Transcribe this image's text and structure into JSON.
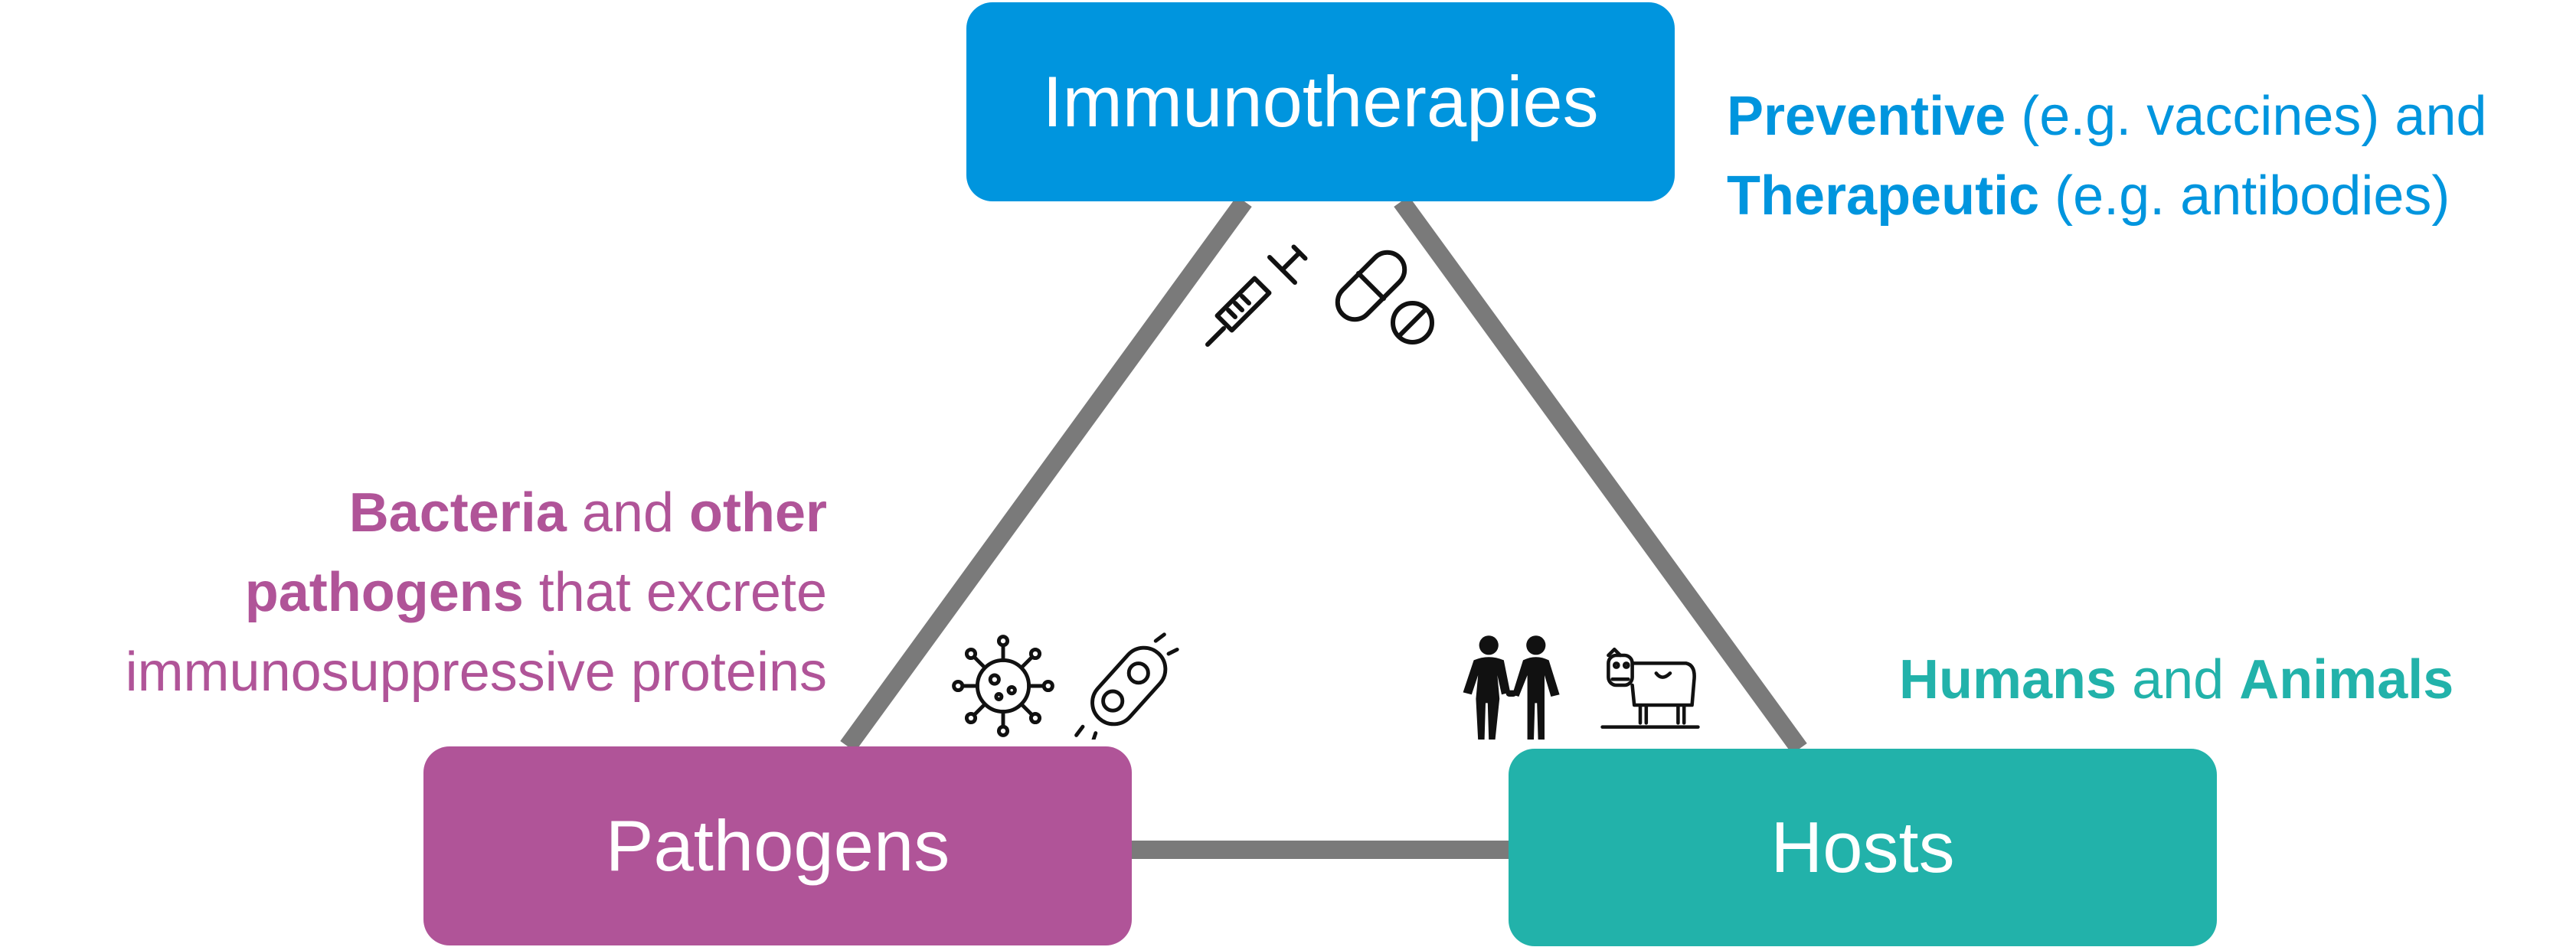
{
  "colors": {
    "immunotherapies": "#0095DE",
    "pathogens": "#B05498",
    "hosts": "#22B2AA",
    "edges": "#7A7A7A",
    "icons": "#111111"
  },
  "nodes": {
    "immunotherapies": {
      "label": "Immunotherapies"
    },
    "pathogens": {
      "label": "Pathogens"
    },
    "hosts": {
      "label": "Hosts"
    }
  },
  "annotations": {
    "immunotherapies": {
      "line1_bold": "Preventive",
      "line1_rest": " (e.g. vaccines) and",
      "line2_bold": "Therapeutic",
      "line2_rest": " (e.g. antibodies)"
    },
    "pathogens": {
      "line1_bold_a": "Bacteria",
      "line1_mid": " and ",
      "line1_bold_b": "other",
      "line2_bold": "pathogens",
      "line2_rest": " that excrete",
      "line3": "immunosuppressive proteins"
    },
    "hosts": {
      "bold_a": "Humans",
      "mid": " and ",
      "bold_b": "Animals"
    }
  },
  "icons": {
    "immunotherapies": [
      "syringe-icon",
      "pill-icon"
    ],
    "pathogens": [
      "virus-icon",
      "bacterium-icon"
    ],
    "hosts": [
      "people-icon",
      "cow-icon"
    ]
  }
}
